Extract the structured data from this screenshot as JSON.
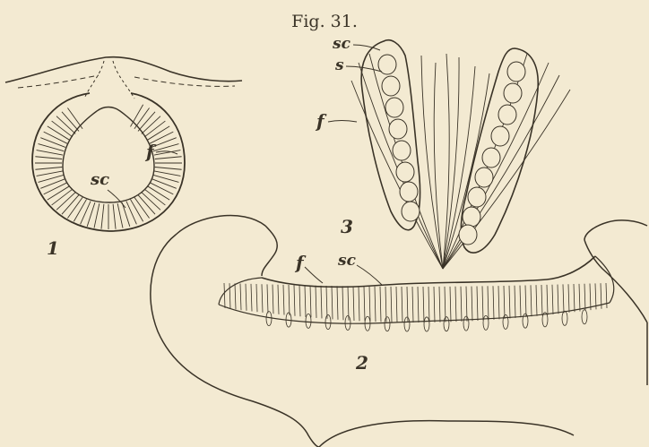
{
  "figure": {
    "title": "Fig. 31.",
    "ink_color": "#3a3327",
    "paper_color": "#f3ead2"
  },
  "panel1": {
    "number": "1",
    "labels": {
      "f": "f",
      "sc": "sc"
    }
  },
  "panel2": {
    "number": "2",
    "labels": {
      "f": "f",
      "sc": "sc"
    }
  },
  "panel3": {
    "number": "3",
    "labels": {
      "sc": "sc",
      "s": "s",
      "f": "f"
    }
  }
}
